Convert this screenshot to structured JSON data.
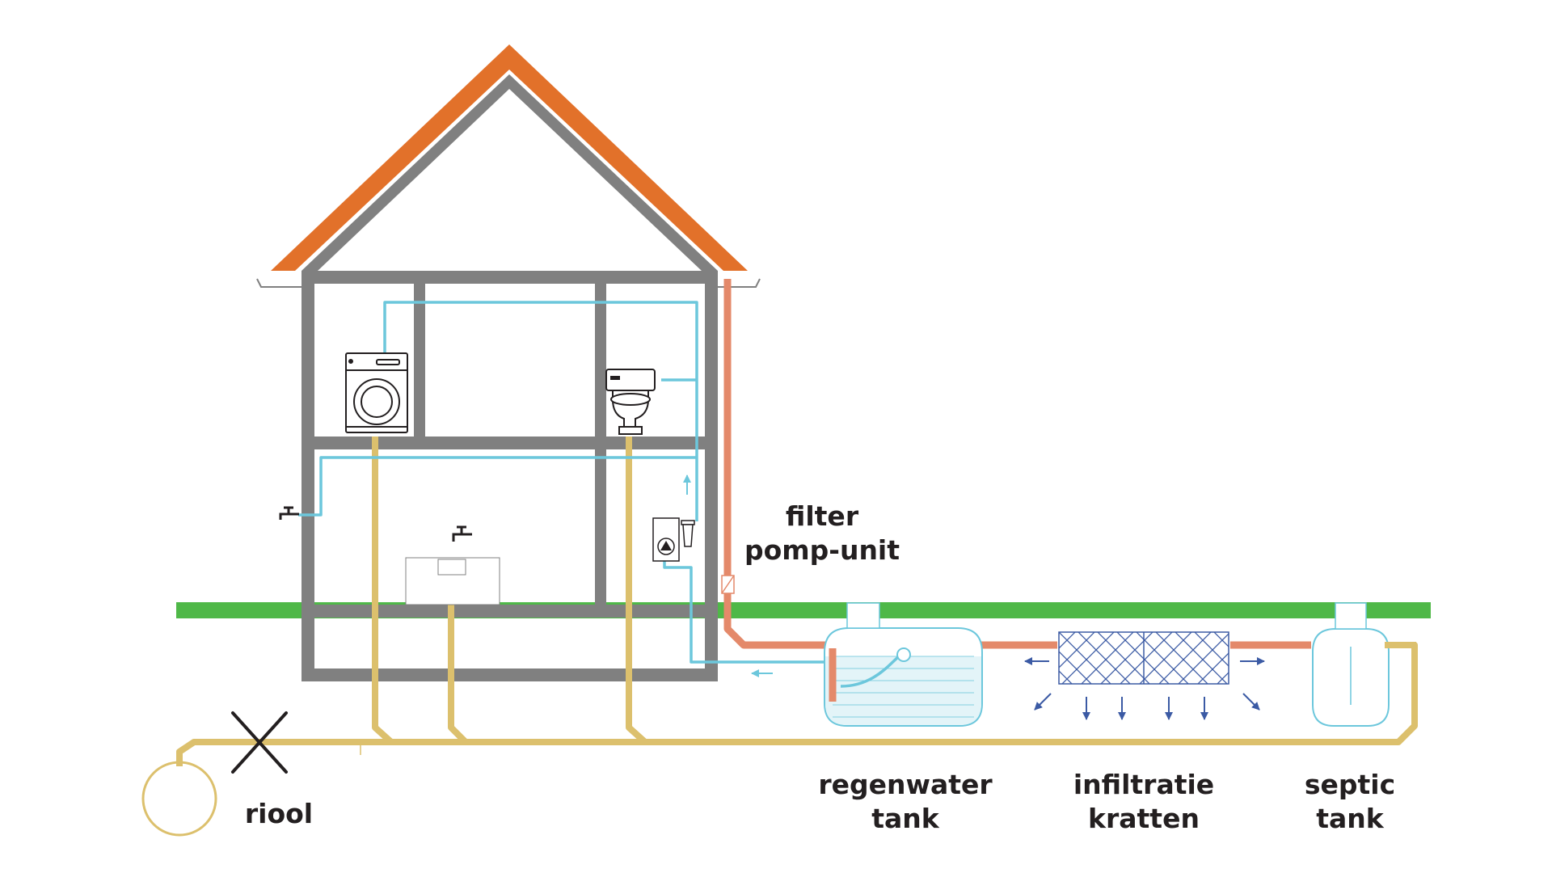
{
  "colors": {
    "roof": "#e2712a",
    "wall": "#808080",
    "grass": "#4fb848",
    "rain_pipe": "#e4896a",
    "clean_water": "#6cc7dc",
    "sewer_pipe": "#dcc06d",
    "water_fill": "#e3f4f8",
    "flow_arrows": "#3b5aa4",
    "crate_hatch": "#3b5aa4",
    "text": "#231f20"
  },
  "icons": [
    "washing-machine-icon",
    "toilet-icon",
    "tap-icon",
    "pump-icon",
    "filter-icon",
    "sewer-blocked-x-icon"
  ],
  "labels": {
    "filter_pump": [
      "filter",
      "pomp-unit"
    ],
    "rain_tank": [
      "regenwater",
      "tank"
    ],
    "infiltration": [
      "infiltratie",
      "kratten"
    ],
    "septic": [
      "septic",
      "tank"
    ],
    "sewer": [
      "riool"
    ]
  }
}
